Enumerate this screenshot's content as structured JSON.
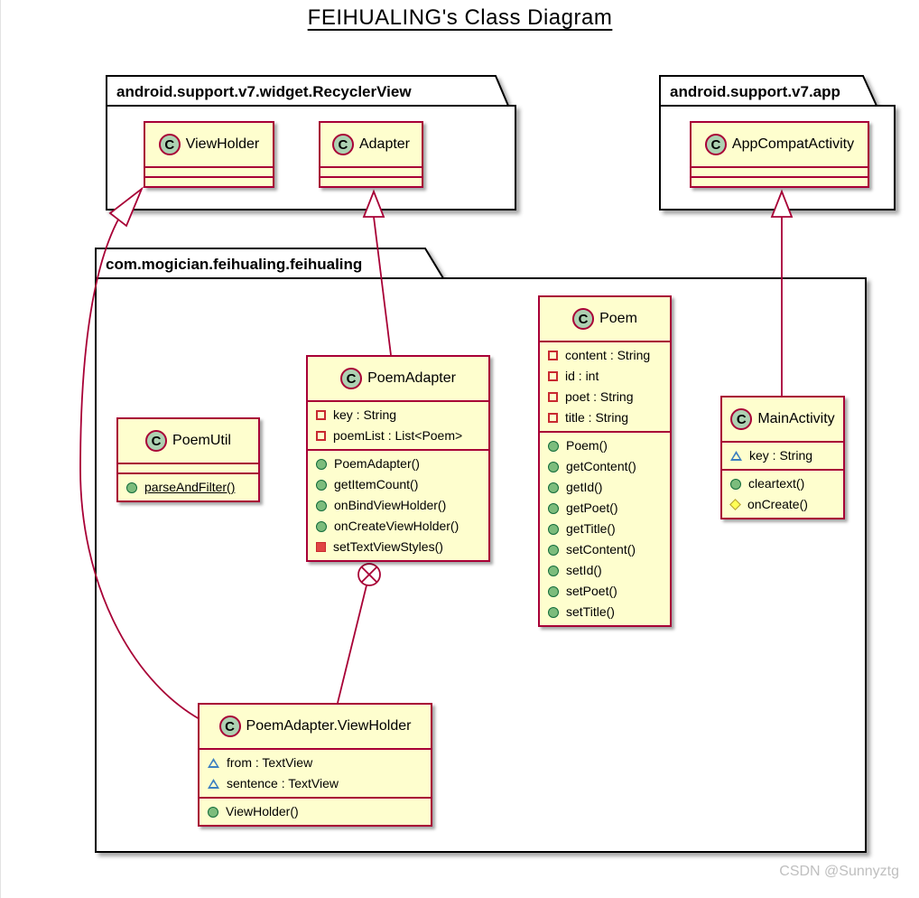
{
  "title": "FEIHUALING's Class Diagram",
  "watermark": "CSDN @Sunnyztg",
  "class_icon_letter": "C",
  "colors": {
    "class_fill": "#FEFECE",
    "class_border": "#A80036",
    "relation_line": "#A80036",
    "package_border": "#000000",
    "class_icon_fill": "#ADD1B2",
    "public_green": "#7CBC7C",
    "private_red": "#C82930",
    "protected_yellow": "#FFFF55",
    "package_private_blue": "#3C7FC0"
  },
  "packages": [
    {
      "name": "android.support.v7.widget.RecyclerView"
    },
    {
      "name": "android.support.v7.app"
    },
    {
      "name": "com.mogician.feihualing.feihualing"
    }
  ],
  "classes": {
    "viewholder": {
      "name": "ViewHolder",
      "attributes": [],
      "methods": []
    },
    "adapter": {
      "name": "Adapter",
      "attributes": [],
      "methods": []
    },
    "appcompatactivity": {
      "name": "AppCompatActivity",
      "attributes": [],
      "methods": []
    },
    "poem": {
      "name": "Poem",
      "attributes": [
        {
          "icon": "field-private",
          "label": "content : String"
        },
        {
          "icon": "field-private",
          "label": "id : int"
        },
        {
          "icon": "field-private",
          "label": "poet : String"
        },
        {
          "icon": "field-private",
          "label": "title : String"
        }
      ],
      "methods": [
        {
          "icon": "method-public",
          "label": "Poem()"
        },
        {
          "icon": "method-public",
          "label": "getContent()"
        },
        {
          "icon": "method-public",
          "label": "getId()"
        },
        {
          "icon": "method-public",
          "label": "getPoet()"
        },
        {
          "icon": "method-public",
          "label": "getTitle()"
        },
        {
          "icon": "method-public",
          "label": "setContent()"
        },
        {
          "icon": "method-public",
          "label": "setId()"
        },
        {
          "icon": "method-public",
          "label": "setPoet()"
        },
        {
          "icon": "method-public",
          "label": "setTitle()"
        }
      ]
    },
    "poemadapter": {
      "name": "PoemAdapter",
      "attributes": [
        {
          "icon": "field-private",
          "label": "key : String"
        },
        {
          "icon": "field-private",
          "label": "poemList : List<Poem>"
        }
      ],
      "methods": [
        {
          "icon": "method-public",
          "label": "PoemAdapter()"
        },
        {
          "icon": "method-public",
          "label": "getItemCount()"
        },
        {
          "icon": "method-public",
          "label": "onBindViewHolder()"
        },
        {
          "icon": "method-public",
          "label": "onCreateViewHolder()"
        },
        {
          "icon": "method-private",
          "label": "setTextViewStyles()"
        }
      ]
    },
    "poemutil": {
      "name": "PoemUtil",
      "attributes": [],
      "methods": [
        {
          "icon": "method-public",
          "label": "parseAndFilter()",
          "underline": true
        }
      ]
    },
    "mainactivity": {
      "name": "MainActivity",
      "attributes": [
        {
          "icon": "field-package",
          "label": "key : String"
        }
      ],
      "methods": [
        {
          "icon": "method-public",
          "label": "cleartext()"
        },
        {
          "icon": "method-protected",
          "label": "onCreate()"
        }
      ]
    },
    "poemadapter_viewholder": {
      "name": "PoemAdapter.ViewHolder",
      "attributes": [
        {
          "icon": "field-package",
          "label": "from : TextView"
        },
        {
          "icon": "field-package",
          "label": "sentence : TextView"
        }
      ],
      "methods": [
        {
          "icon": "method-public",
          "label": "ViewHolder()"
        }
      ]
    }
  },
  "relations": [
    {
      "type": "extends",
      "from": "PoemAdapter",
      "to": "android.support.v7.widget.RecyclerView.Adapter"
    },
    {
      "type": "extends",
      "from": "MainActivity",
      "to": "android.support.v7.app.AppCompatActivity"
    },
    {
      "type": "extends",
      "from": "PoemAdapter.ViewHolder",
      "to": "android.support.v7.widget.RecyclerView.ViewHolder"
    },
    {
      "type": "inner-class-anchor",
      "from": "PoemAdapter",
      "to": "PoemAdapter.ViewHolder"
    }
  ]
}
